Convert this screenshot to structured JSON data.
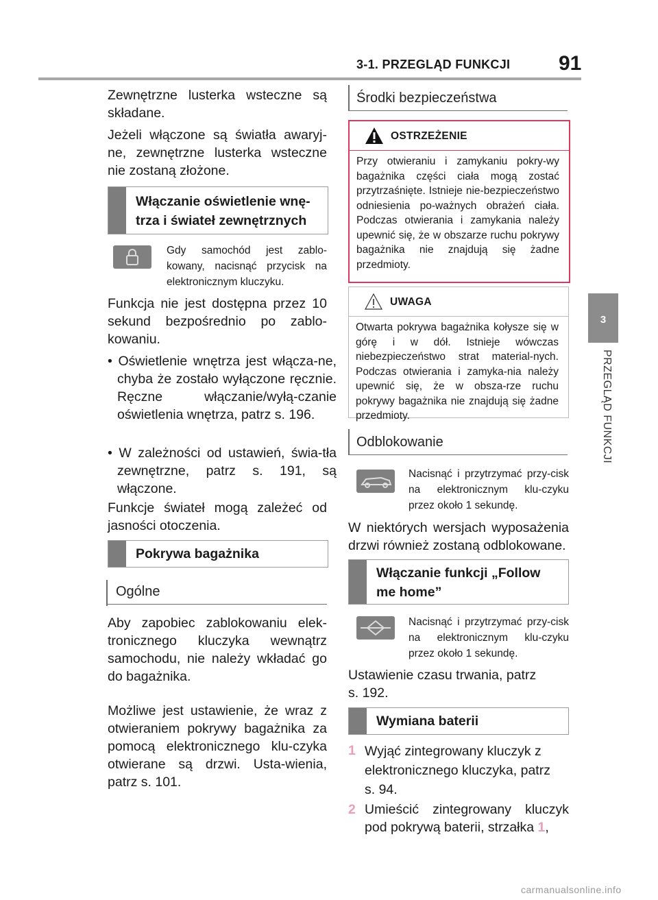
{
  "header": {
    "section": "3-1. PRZEGLĄD FUNKCJI",
    "page_number": "91"
  },
  "side_tab": {
    "number": "3",
    "label": "PRZEGLĄD FUNKCJI"
  },
  "left": {
    "p1": "Zewnętrzne lusterka wsteczne są składane.",
    "p2": "Jeżeli włączone są światła awaryj-ne, zewnętrzne lusterka wsteczne nie zostaną złożone.",
    "box1_l1": "Włączanie oświetlenie wnę-",
    "box1_l2": "trza i świateł zewnętrznych",
    "icon1_text": "Gdy samochód jest zablo-kowany, nacisnąć przycisk na elektronicznym kluczyku.",
    "p3": "Funkcja nie jest dostępna przez 10 sekund bezpośrednio po zablo-kowaniu.",
    "bullet1": "• Oświetlenie wnętrza jest włącza-ne, chyba że zostało wyłączone ręcznie. Ręczne włączanie/wyłą-czanie oświetlenia wnętrza, patrz s. 196.",
    "bullet2": "• W zależności od ustawień, świa-tła zewnętrzne, patrz s. 191, są włączone.",
    "p4": "Funkcje świateł mogą zależeć od jasności otoczenia.",
    "box2": "Pokrywa bagażnika",
    "subh_ogolne": "Ogólne",
    "p5": "Aby zapobiec zablokowaniu elek-tronicznego kluczyka wewnątrz samochodu, nie należy wkładać go do bagażnika.",
    "p6": "Możliwe jest ustawienie, że wraz z otwieraniem pokrywy bagażnika za pomocą elektronicznego klu-czyka otwierane są drzwi. Usta-wienia, patrz s. 101."
  },
  "right": {
    "subh_srodki": "Środki bezpieczeństwa",
    "warning": {
      "title": "OSTRZEŻENIE",
      "text": "Przy otwieraniu i zamykaniu pokry-wy bagażnika części ciała mogą zostać przytrzaśnięte. Istnieje nie-bezpieczeństwo odniesienia po-ważnych obrażeń ciała. Podczas otwierania i zamykania należy upewnić się, że w obszarze ruchu pokrywy bagażnika nie znajdują się żadne przedmioty."
    },
    "caution": {
      "title": "UWAGA",
      "text": "Otwarta pokrywa bagażnika kołysze się w górę i w dół. Istnieje wówczas niebezpieczeństwo strat material-nych. Podczas otwierania i zamyka-nia należy upewnić się, że w obsza-rze ruchu pokrywy bagażnika nie znajdują się żadne przedmioty."
    },
    "subh_odblok": "Odblokowanie",
    "icon2_text": "Nacisnąć i przytrzymać przy-cisk na elektronicznym klu-czyku przez około 1 sekundę.",
    "p7": "W niektórych wersjach wyposażenia drzwi również zostaną odblokowane.",
    "box3_l1": "Włączanie funkcji „Follow",
    "box3_l2": "me home”",
    "icon3_text": "Nacisnąć i przytrzymać przy-cisk na elektronicznym klu-czyku przez około 1 sekundę.",
    "p8_l1": "Ustawienie czasu trwania, patrz",
    "p8_l2": "s. 192.",
    "box4": "Wymiana baterii",
    "step1_num": "1",
    "step1": "Wyjąć zintegrowany kluczyk z elektronicznego kluczyka, patrz s. 94.",
    "step2_num": "2",
    "step2": "Umieścić zintegrowany kluczyk pod pokrywą baterii, strzałka",
    "step2_ref": "1",
    "step2_end": ","
  },
  "watermark": "carmanualsonline.info",
  "colors": {
    "warning_border": "#d9395f",
    "step_number": "#e8a0b6",
    "heading_bar": "#7d7d7d",
    "tab": "#8c8c8c"
  },
  "icons": [
    "lock-icon",
    "car-trunk-icon",
    "light-beam-icon",
    "warning-triangle-icon",
    "caution-triangle-icon"
  ]
}
